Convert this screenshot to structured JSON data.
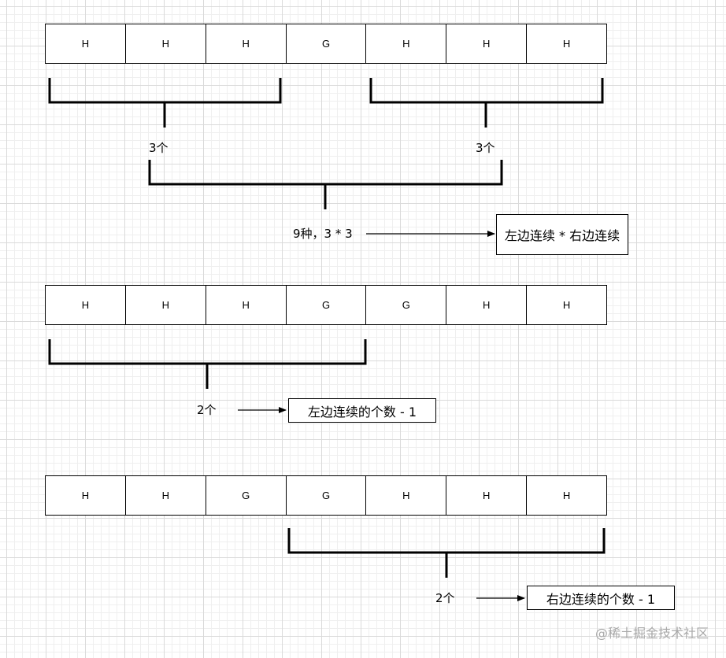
{
  "rows": [
    {
      "cells": [
        "H",
        "H",
        "H",
        "G",
        "H",
        "H",
        "H"
      ]
    },
    {
      "cells": [
        "H",
        "H",
        "H",
        "G",
        "G",
        "H",
        "H"
      ]
    },
    {
      "cells": [
        "H",
        "H",
        "G",
        "G",
        "H",
        "H",
        "H"
      ]
    }
  ],
  "labels": {
    "left_count_1": "3个",
    "right_count_1": "3个",
    "combo": "9种，3 * 3",
    "left_count_2": "2个",
    "right_count_3": "2个"
  },
  "boxes": {
    "product": "左边连续 * 右边连续",
    "left_minus": "左边连续的个数 - 1",
    "right_minus": "右边连续的个数 - 1"
  },
  "watermark": "@稀土掘金技术社区"
}
